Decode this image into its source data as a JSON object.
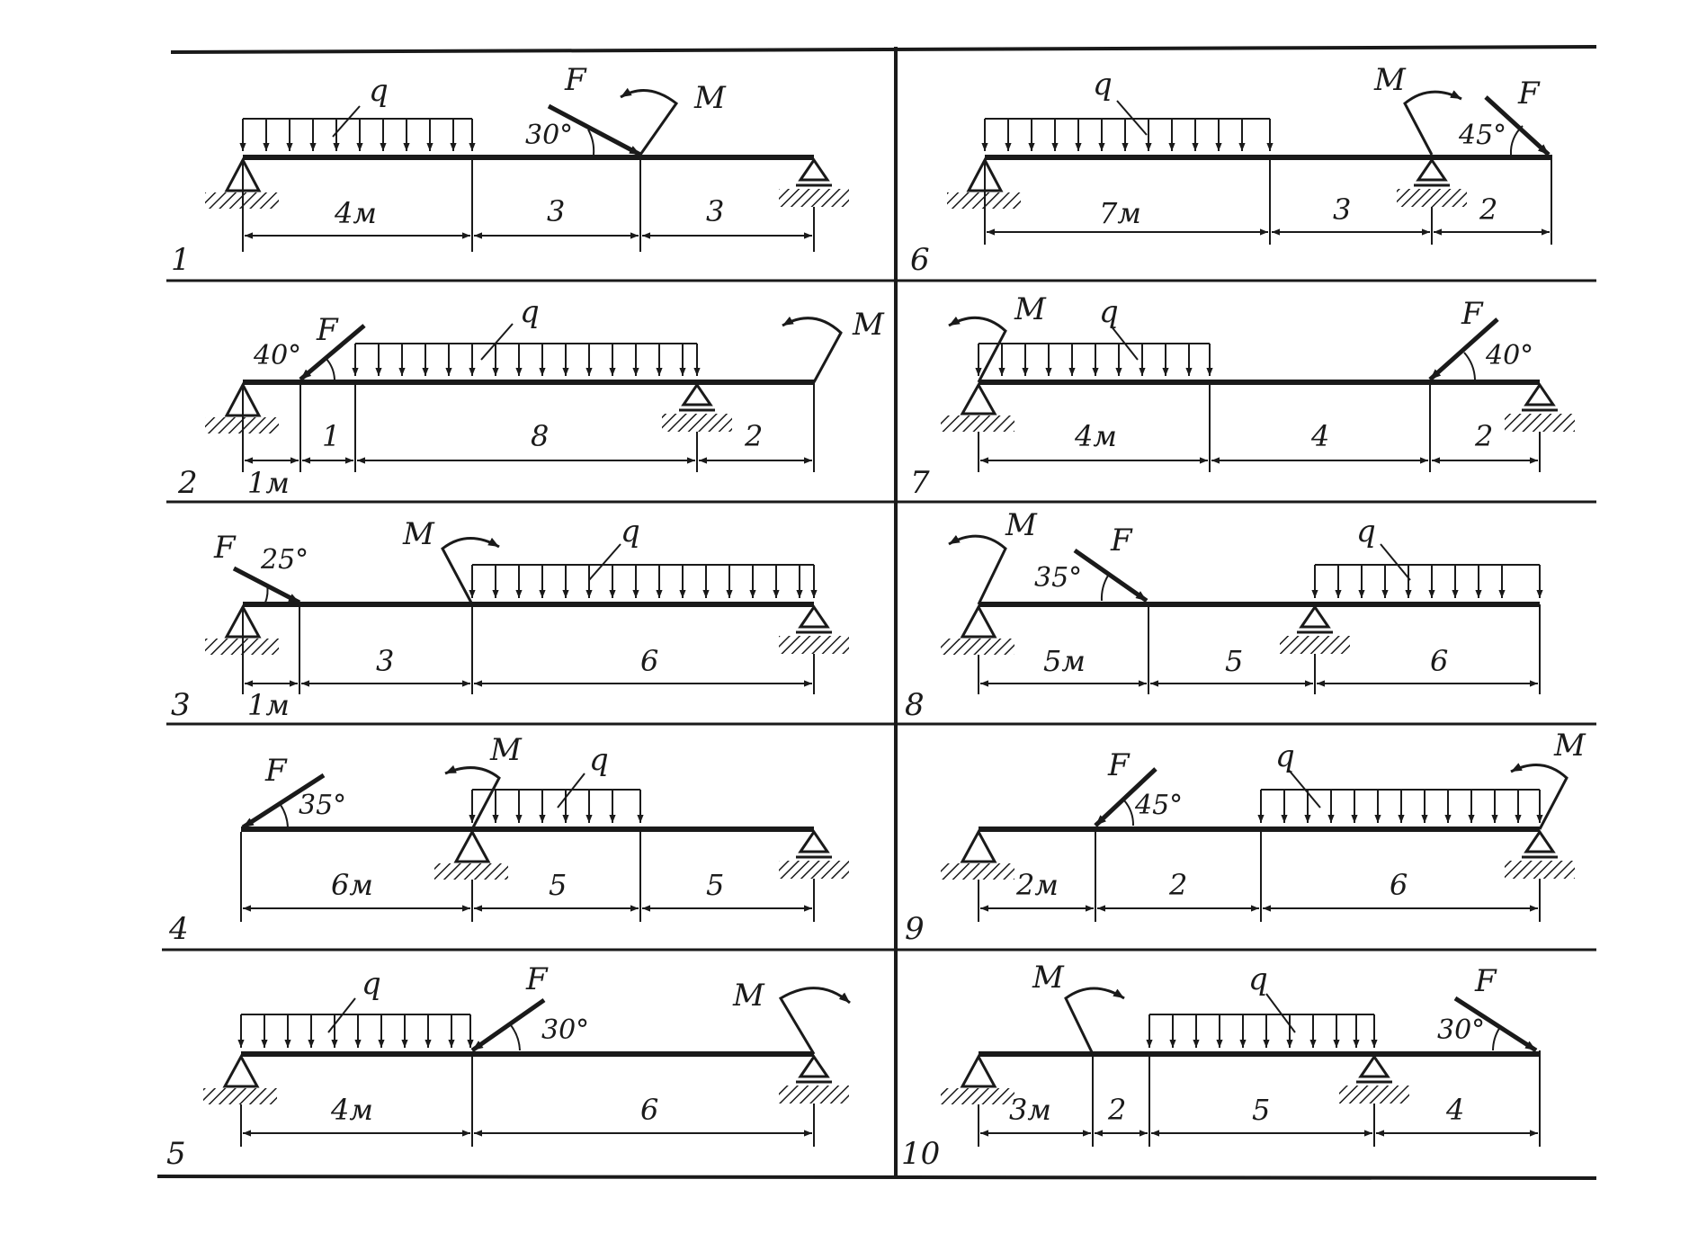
{
  "panels": [
    {
      "number": "1",
      "loads": {
        "q": "q",
        "F": "F",
        "M": "M",
        "angle": "30°"
      },
      "dims": [
        "4м",
        "3",
        "3"
      ]
    },
    {
      "number": "2",
      "loads": {
        "q": "q",
        "F": "F",
        "M": "M",
        "angle": "40°"
      },
      "dims": [
        "1м",
        "1",
        "8",
        "2"
      ]
    },
    {
      "number": "3",
      "loads": {
        "q": "q",
        "F": "F",
        "M": "M",
        "angle": "25°"
      },
      "dims": [
        "1м",
        "3",
        "6"
      ]
    },
    {
      "number": "4",
      "loads": {
        "q": "q",
        "F": "F",
        "M": "M",
        "angle": "35°"
      },
      "dims": [
        "6м",
        "5",
        "5"
      ]
    },
    {
      "number": "5",
      "loads": {
        "q": "q",
        "F": "F",
        "M": "M",
        "angle": "30°"
      },
      "dims": [
        "4м",
        "6"
      ]
    },
    {
      "number": "6",
      "loads": {
        "q": "q",
        "F": "F",
        "M": "M",
        "angle": "45°"
      },
      "dims": [
        "7м",
        "3",
        "2"
      ]
    },
    {
      "number": "7",
      "loads": {
        "q": "q",
        "F": "F",
        "M": "M",
        "angle": "40°"
      },
      "dims": [
        "4м",
        "4",
        "2"
      ]
    },
    {
      "number": "8",
      "loads": {
        "q": "q",
        "F": "F",
        "M": "M",
        "angle": "35°"
      },
      "dims": [
        "5м",
        "5",
        "6"
      ]
    },
    {
      "number": "9",
      "loads": {
        "q": "q",
        "F": "F",
        "M": "M",
        "angle": "45°"
      },
      "dims": [
        "2м",
        "2",
        "6"
      ]
    },
    {
      "number": "10",
      "loads": {
        "q": "q",
        "F": "F",
        "M": "M",
        "angle": "30°"
      },
      "dims": [
        "3м",
        "2",
        "5",
        "4"
      ]
    }
  ],
  "colors": {
    "ink": "#1a1a1a",
    "paper": "#ffffff"
  }
}
